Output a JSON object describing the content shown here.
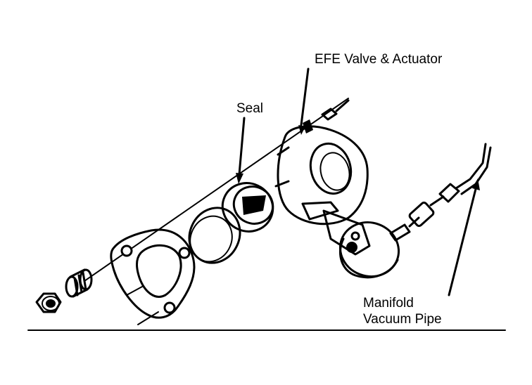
{
  "labels": {
    "efe_valve": "EFE Valve & Actuator",
    "seal": "Seal",
    "manifold_line1": "Manifold",
    "manifold_line2": "Vacuum Pipe"
  },
  "colors": {
    "ink": "#000000",
    "paper": "#ffffff"
  }
}
